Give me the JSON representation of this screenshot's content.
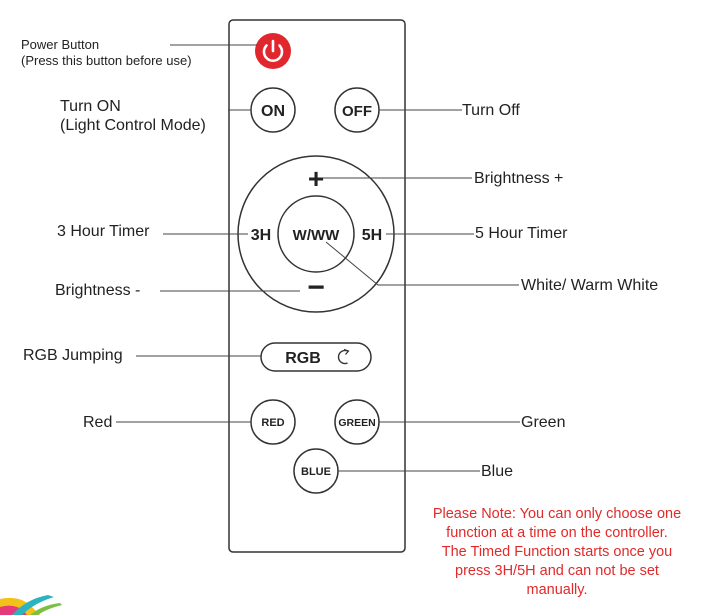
{
  "colors": {
    "power_red": "#e1262d",
    "note_red": "#e12a2a",
    "outline": "#333333"
  },
  "remote": {
    "on": "ON",
    "off": "OFF",
    "plus": "+",
    "minus": "−",
    "timer_3h": "3H",
    "timer_5h": "5H",
    "white_warm": "W/WW",
    "rgb": "RGB",
    "red": "RED",
    "green": "GREEN",
    "blue": "BLUE"
  },
  "labels": {
    "power_line1": "Power Button",
    "power_line2": "(Press this button before use)",
    "turn_on_line1": "Turn ON",
    "turn_on_line2": "(Light Control Mode)",
    "turn_off": "Turn Off",
    "brightness_plus": "Brightness +",
    "timer_3h": "3 Hour Timer",
    "timer_5h": "5 Hour Timer",
    "brightness_minus": "Brightness -",
    "white_warm": "White/ Warm White",
    "rgb_jumping": "RGB Jumping",
    "red": "Red",
    "green": "Green",
    "blue": "Blue"
  },
  "note": {
    "line1": "Please Note: You can only choose one",
    "line2": "function at a time on the controller.",
    "line3": "The Timed Function starts once you",
    "line4": "press 3H/5H and can not be set",
    "line5": "manually."
  }
}
